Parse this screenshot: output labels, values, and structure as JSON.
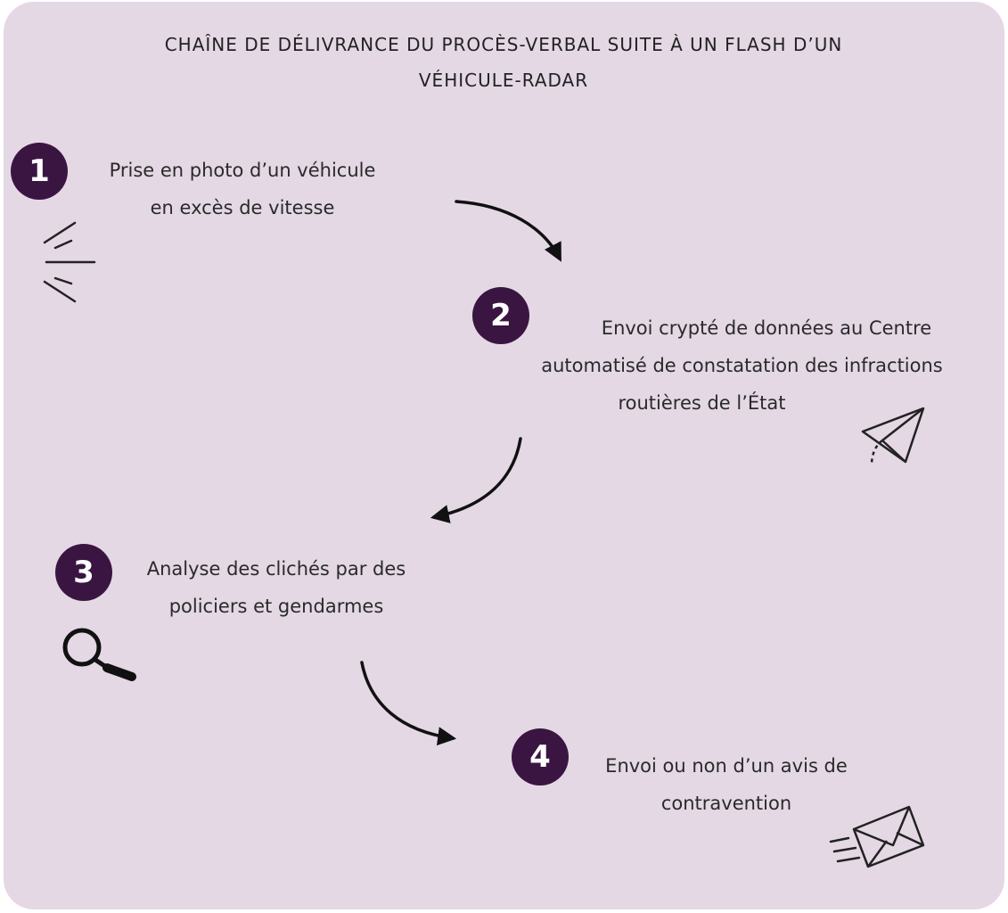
{
  "title": {
    "line1": "CHAÎNE DE DÉLIVRANCE DU PROCÈS-VERBAL SUITE À UN FLASH D’UN",
    "line2": "VÉHICULE-RADAR"
  },
  "steps": [
    {
      "number": "1",
      "line1": "Prise en photo d’un véhicule",
      "line2": "en excès de vitesse",
      "icon": "flash-icon"
    },
    {
      "number": "2",
      "line1": "Envoi crypté de données au Centre",
      "line2": "automatisé de constatation des infractions",
      "line3": "routières de l’État",
      "icon": "paper-plane-icon"
    },
    {
      "number": "3",
      "line1": "Analyse des clichés par des",
      "line2": "policiers et gendarmes",
      "icon": "magnifier-icon"
    },
    {
      "number": "4",
      "line1": "Envoi ou non d’un avis de",
      "line2": "contravention",
      "icon": "envelope-icon"
    }
  ],
  "colors": {
    "background": "#e4d8e5",
    "badge": "#3b1542",
    "text": "#2a2a2a"
  }
}
